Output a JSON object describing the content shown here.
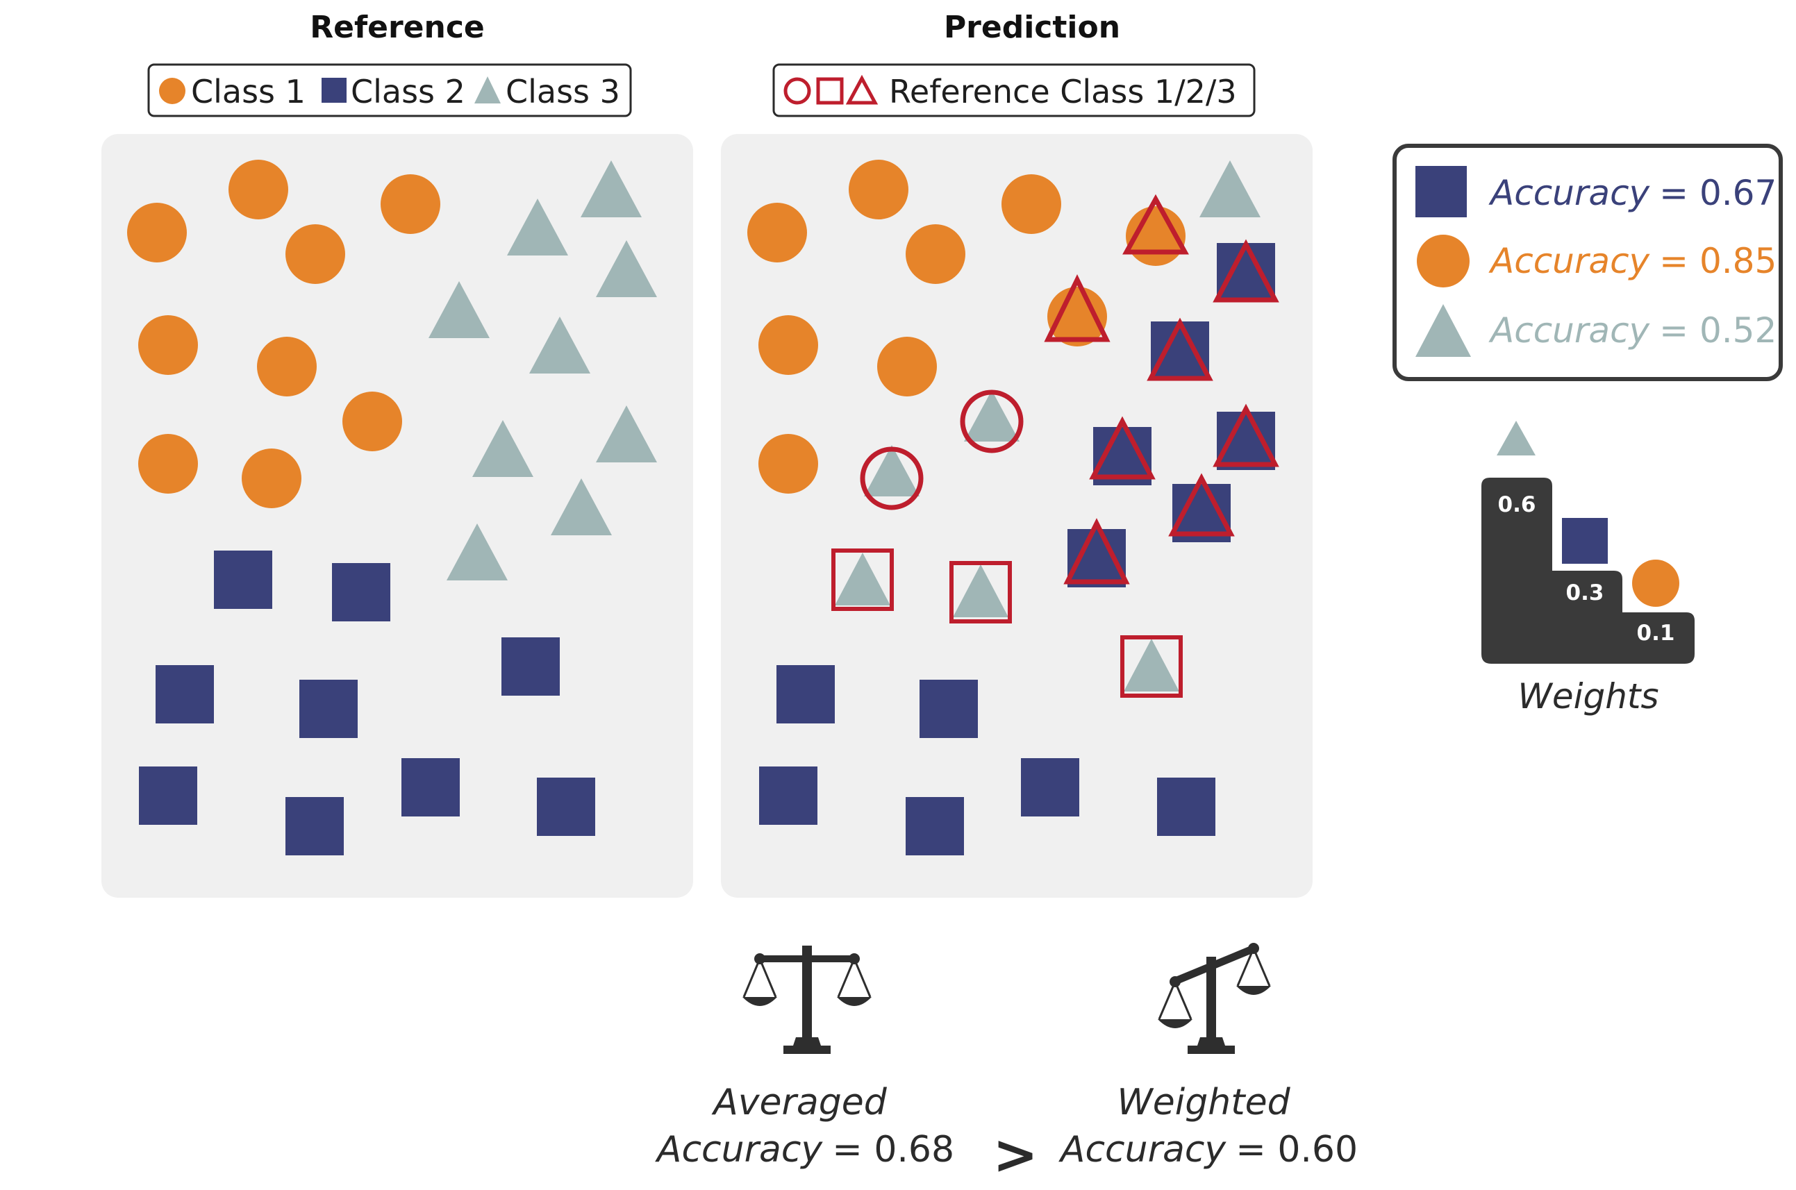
{
  "colors": {
    "class1": "#E6842A",
    "class2": "#3A417A",
    "class3": "#A0B6B6",
    "reference_outline": "#BE1E2D",
    "panel": "#F0F0F0",
    "dark": "#3A3A3A"
  },
  "reference_panel": {
    "title": "Reference",
    "legend": [
      "Class 1",
      "Class 2",
      "Class 3"
    ]
  },
  "prediction_panel": {
    "title": "Prediction",
    "legend": "Reference Class 1/2/3"
  },
  "accuracy_box": {
    "items": [
      {
        "shape": "square",
        "label": "Accuracy",
        "value": "= 0.67"
      },
      {
        "shape": "circle",
        "label": "Accuracy",
        "value": "= 0.85"
      },
      {
        "shape": "triangle",
        "label": "Accuracy",
        "value": "= 0.52"
      }
    ]
  },
  "weights": {
    "values": [
      "0.6",
      "0.3",
      "0.1"
    ],
    "label": "Weights"
  },
  "comparison": {
    "averaged_label": "Averaged",
    "averaged_accuracy_label": "Accuracy",
    "averaged_value": "= 0.68",
    "operator": ">",
    "weighted_label": "Weighted",
    "weighted_accuracy_label": "Accuracy",
    "weighted_value": "= 0.60"
  }
}
